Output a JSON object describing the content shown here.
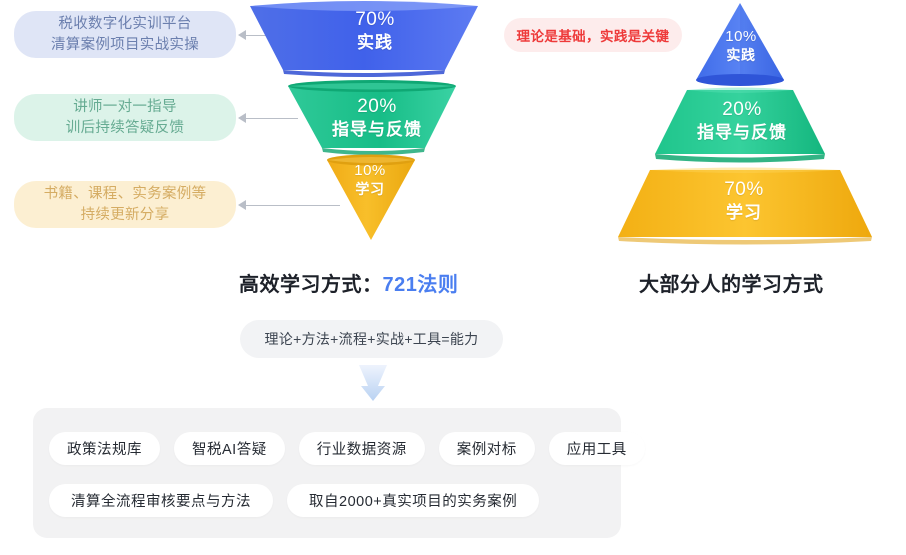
{
  "left_diagram": {
    "type": "inverted-funnel",
    "name": "高效学习方式：721法则",
    "heading_prefix": "高效学习方式：",
    "heading_accent": "721法则",
    "segments": [
      {
        "pct": "70%",
        "name": "实践",
        "color": "#4263e8"
      },
      {
        "pct": "20%",
        "name": "指导与反馈",
        "color": "#1fbe8a"
      },
      {
        "pct": "10%",
        "name": "学习",
        "color": "#f2b01e"
      }
    ],
    "callouts": [
      {
        "lines": [
          "税收数字化实训平台",
          "清算案例项目实战实操"
        ],
        "bg": "#dfe5f6",
        "fg": "#6b7fae"
      },
      {
        "lines": [
          "讲师一对一指导",
          "训后持续答疑反馈"
        ],
        "bg": "#dcf3e9",
        "fg": "#66ab92"
      },
      {
        "lines": [
          "书籍、课程、实务案例等",
          "持续更新分享"
        ],
        "bg": "#fcefd2",
        "fg": "#d5ac63"
      }
    ]
  },
  "right_diagram": {
    "type": "pyramid",
    "heading": "大部分人的学习方式",
    "note": "理论是基础，实践是关键",
    "note_color": "#ee3a3a",
    "note_bg": "#fdecec",
    "segments": [
      {
        "pct": "10%",
        "name": "实践",
        "color": "#4a77ef"
      },
      {
        "pct": "20%",
        "name": "指导与反馈",
        "color": "#22c48d"
      },
      {
        "pct": "70%",
        "name": "学习",
        "color": "#f5ba12"
      }
    ]
  },
  "formula": "理论+方法+流程+实战+工具=能力",
  "bottom_card": {
    "row1": [
      "政策法规库",
      "智税AI答疑",
      "行业数据资源",
      "案例对标",
      "应用工具"
    ],
    "row2": [
      "清算全流程审核要点与方法",
      "取自2000+真实项目的实务案例"
    ]
  },
  "chart_data": {
    "type": "pie",
    "title": "721法则 学习方式占比对比",
    "series": [
      {
        "name": "高效学习方式：721法则",
        "categories": [
          "实践",
          "指导与反馈",
          "学习"
        ],
        "values": [
          70,
          20,
          10
        ],
        "colors": [
          "#4263e8",
          "#1fbe8a",
          "#f2b01e"
        ],
        "shape": "inverted-funnel"
      },
      {
        "name": "大部分人的学习方式",
        "categories": [
          "实践",
          "指导与反馈",
          "学习"
        ],
        "values": [
          10,
          20,
          70
        ],
        "colors": [
          "#4a77ef",
          "#22c48d",
          "#f5ba12"
        ],
        "shape": "pyramid"
      }
    ],
    "unit": "%",
    "legend": "none",
    "grid": false
  }
}
